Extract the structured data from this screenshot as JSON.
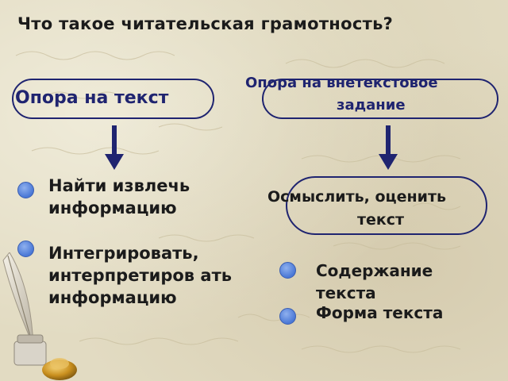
{
  "title": "Что такое читательская грамотность?",
  "left": {
    "header": "Опора на текст",
    "items": [
      "Найти извлечь информацию",
      "Интегрировать, интерпретиров ать информацию"
    ]
  },
  "right": {
    "header_line1": "Опора на внетекстовое",
    "header_line2": "задание",
    "box_line1": "Осмыслить, оценить",
    "box_line2": "текст",
    "items": [
      "Содержание текста",
      "Форма текста"
    ]
  },
  "colors": {
    "navy": "#1f2470",
    "bullet": "#4a78d6"
  },
  "decoration": {
    "icon": "quill-inkwell-icon"
  }
}
